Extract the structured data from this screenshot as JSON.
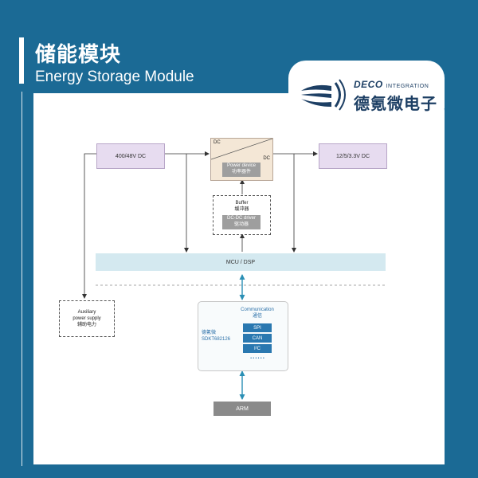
{
  "header": {
    "title_cn": "储能模块",
    "title_en": "Energy Storage Module"
  },
  "logo": {
    "icon": "deco-logo-icon",
    "en_main": "DECO",
    "en_sub": "INTEGRATION",
    "cn": "德氪微电子"
  },
  "diagram": {
    "input_dc": "400/48V DC",
    "output_dc": "12/5/3.3V DC",
    "converter": {
      "dc_in": "DC",
      "dc_out": "DC",
      "power_device_en": "Power device",
      "power_device_cn": "功率器件"
    },
    "buffer": {
      "en": "Buffer",
      "cn": "缓冲器",
      "driver_en": "DC-DC driver",
      "driver_cn": "驱动器"
    },
    "mcu": "MCU / DSP",
    "aux": {
      "line1": "Auxiliary",
      "line2": "power supply",
      "line3": "辅助电力"
    },
    "comm": {
      "title_en": "Communication",
      "title_cn": "通信",
      "chip_cn": "德氪微",
      "chip_model": "SDKT682126",
      "protocols": [
        "SPI",
        "CAN",
        "I²C"
      ],
      "more": "• • • • • •"
    },
    "arm": "ARM"
  },
  "colors": {
    "background": "#1b6a95",
    "purple_box": "#e7dcf0",
    "mcu_bar": "#d4e9f0",
    "protocol_box": "#2a78b0",
    "arm_box": "#8a8a8a",
    "arrow_teal": "#2a8fb5",
    "logo_navy": "#1d3f64"
  }
}
